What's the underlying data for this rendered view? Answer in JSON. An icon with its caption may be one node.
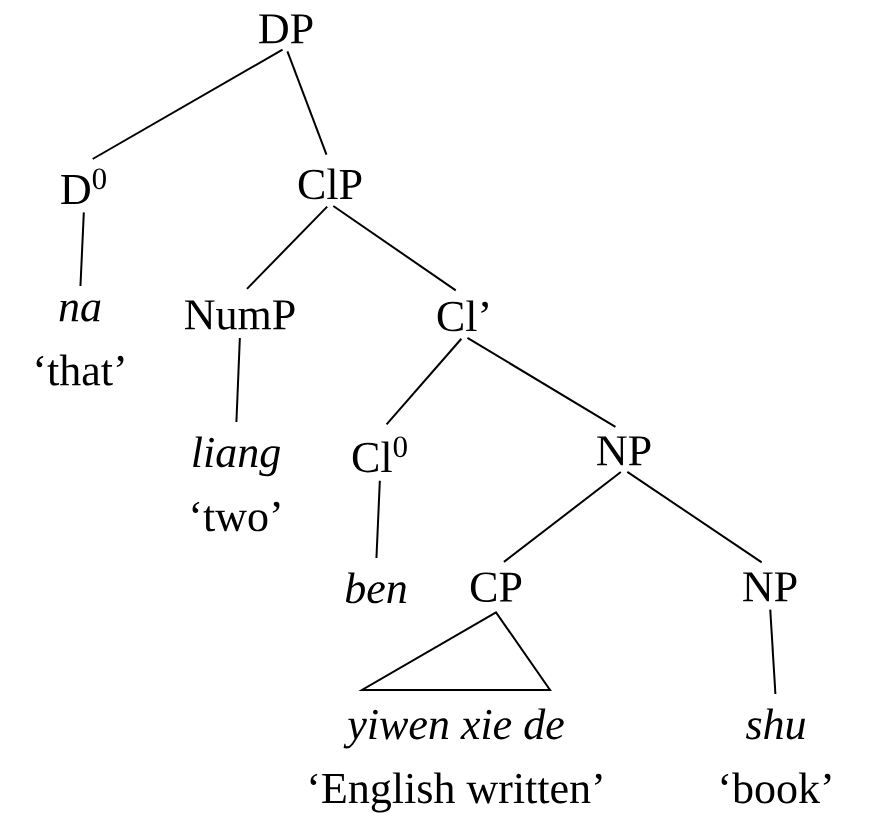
{
  "diagram": {
    "nodes": [
      {
        "text": [
          "DP"
        ]
      },
      {
        "text": [
          "D$^{0}$"
        ]
      },
      {
        "text": [
          "ClP"
        ]
      },
      {
        "text": [
          "na",
          "‘that’"
        ]
      },
      {
        "text": [
          "NumP"
        ]
      },
      {
        "text": [
          "Cl’"
        ]
      },
      {
        "text": [
          "liang",
          "‘two’"
        ]
      },
      {
        "text": [
          "Cl$^{0}$"
        ]
      },
      {
        "text": [
          "NP"
        ]
      },
      {
        "text": [
          "ben"
        ]
      },
      {
        "text": [
          "CP"
        ]
      },
      {
        "text": [
          "NP"
        ]
      },
      {
        "text": [
          "yiwen xie de",
          "‘English written’"
        ]
      },
      {
        "text": [
          "shu",
          "‘book’"
        ]
      }
    ],
    "edges": [
      {
        "from": 0,
        "to": 1,
        "arrow": "none"
      },
      {
        "from": 0,
        "to": 2,
        "arrow": "none"
      },
      {
        "from": 1,
        "to": 3,
        "arrow": "none"
      },
      {
        "from": 2,
        "to": 4,
        "arrow": "none"
      },
      {
        "from": 2,
        "to": 5,
        "arrow": "none"
      },
      {
        "from": 4,
        "to": 6,
        "arrow": "none"
      },
      {
        "from": 5,
        "to": 7,
        "arrow": "none"
      },
      {
        "from": 5,
        "to": 8,
        "arrow": "none"
      },
      {
        "from": 7,
        "to": 9,
        "arrow": "none"
      },
      {
        "from": 8,
        "to": 10,
        "arrow": "none"
      },
      {
        "from": 8,
        "to": 11,
        "arrow": "none"
      },
      {
        "from": 10,
        "to": 12,
        "arrow": "none"
      },
      {
        "from": 11,
        "to": 13,
        "arrow": "none"
      }
    ]
  }
}
